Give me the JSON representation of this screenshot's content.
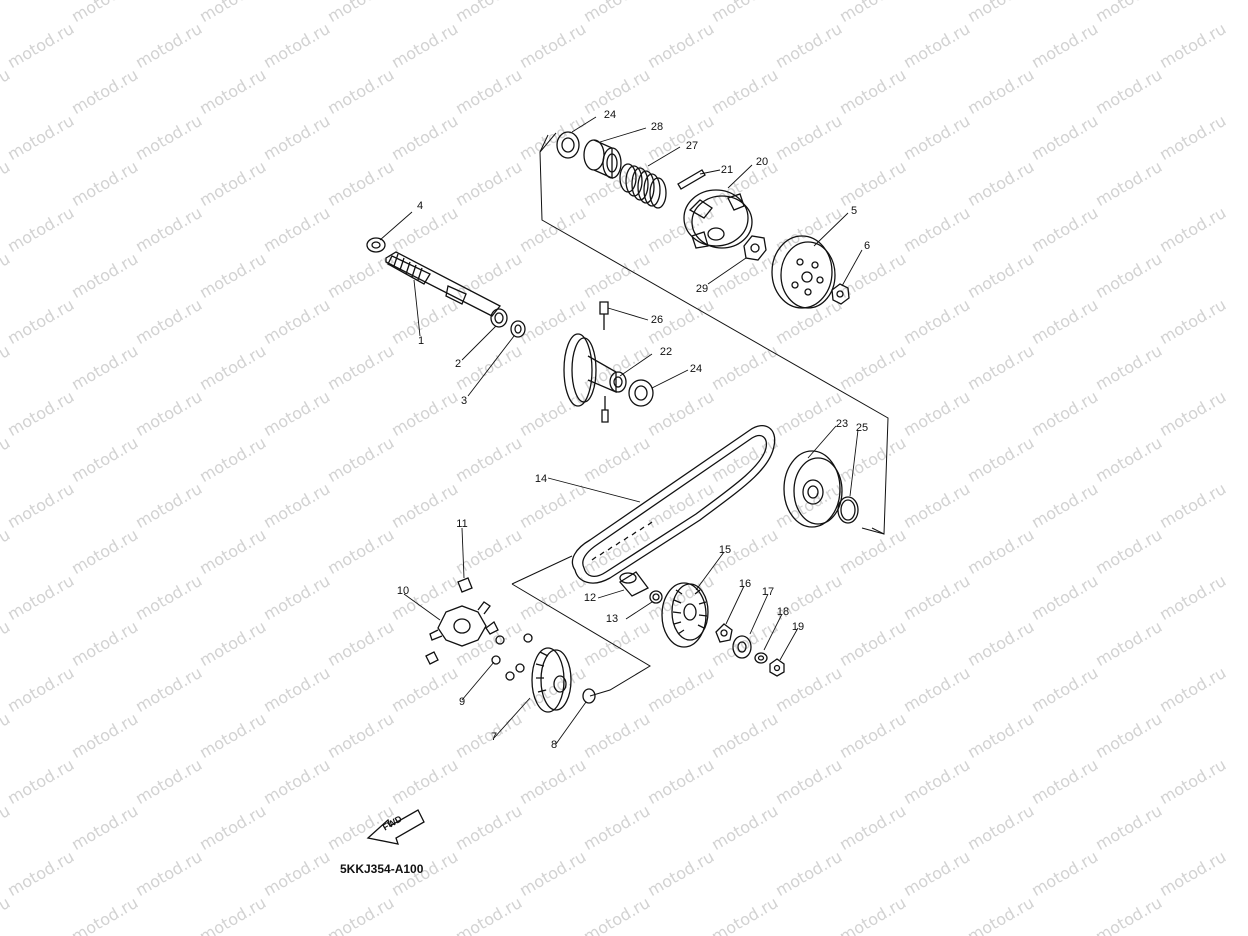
{
  "watermark": "motod.ru",
  "diagram_code": "5KKJ354-A100",
  "fwd_label": "FWD",
  "callouts": [
    {
      "id": "1",
      "text": "1"
    },
    {
      "id": "2",
      "text": "2"
    },
    {
      "id": "3",
      "text": "3"
    },
    {
      "id": "4",
      "text": "4"
    },
    {
      "id": "5",
      "text": "5"
    },
    {
      "id": "6",
      "text": "6"
    },
    {
      "id": "7",
      "text": "7"
    },
    {
      "id": "8",
      "text": "8"
    },
    {
      "id": "9",
      "text": "9"
    },
    {
      "id": "10",
      "text": "10"
    },
    {
      "id": "11",
      "text": "11"
    },
    {
      "id": "12",
      "text": "12"
    },
    {
      "id": "13",
      "text": "13"
    },
    {
      "id": "14",
      "text": "14"
    },
    {
      "id": "15",
      "text": "15"
    },
    {
      "id": "16",
      "text": "16"
    },
    {
      "id": "17",
      "text": "17"
    },
    {
      "id": "18",
      "text": "18"
    },
    {
      "id": "19",
      "text": "19"
    },
    {
      "id": "20",
      "text": "20"
    },
    {
      "id": "21",
      "text": "21"
    },
    {
      "id": "22",
      "text": "22"
    },
    {
      "id": "23",
      "text": "23"
    },
    {
      "id": "24a",
      "text": "24"
    },
    {
      "id": "24b",
      "text": "24"
    },
    {
      "id": "25",
      "text": "25"
    },
    {
      "id": "26",
      "text": "26"
    },
    {
      "id": "27",
      "text": "27"
    },
    {
      "id": "28",
      "text": "28"
    },
    {
      "id": "29",
      "text": "29"
    }
  ]
}
